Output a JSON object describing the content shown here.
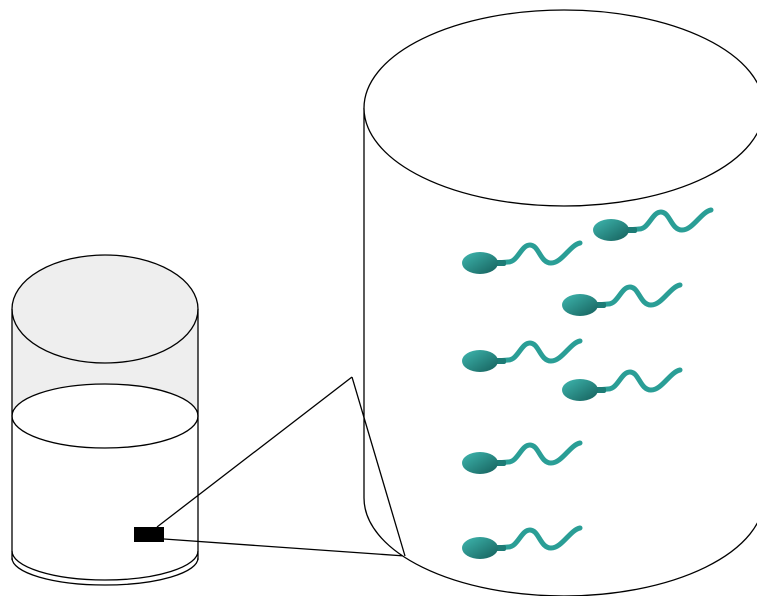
{
  "diagram": {
    "subject": "small-beaker-with-zoom-into-large-cylinder",
    "colors": {
      "outline": "#000000",
      "beaker_top_fill": "#eeeeee",
      "liquid_fill": "#ffffff",
      "sample_marker": "#000000",
      "cell_dark": "#155f5b",
      "cell_light": "#3fb8b0",
      "cell_tail": "#2a9e96"
    },
    "small_beaker": {
      "icon": "beaker-icon",
      "contents": "liquid-with-sample"
    },
    "magnified_view": {
      "icon": "cylinder-icon",
      "cell_count": 7,
      "cell_icon": "sperm-cell-icon"
    }
  }
}
